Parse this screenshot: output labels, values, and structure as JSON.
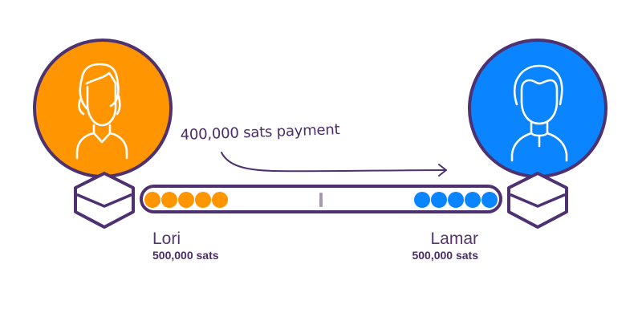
{
  "colors": {
    "outline": "#4e3170",
    "lori": "#ff9500",
    "lamar": "#0a84ff",
    "channel_divider": "#a89aae",
    "text": "#4a2c66",
    "background": "#ffffff"
  },
  "payment": {
    "label": "400,000 sats payment",
    "direction": "lori-to-lamar"
  },
  "channel": {
    "lori_balance_units": 5,
    "lamar_balance_units": 5
  },
  "participants": [
    {
      "name": "Lori",
      "balance": "500,000 sats",
      "avatar": "woman-icon",
      "color": "#ff9500"
    },
    {
      "name": "Lamar",
      "balance": "500,000 sats",
      "avatar": "man-icon",
      "color": "#0a84ff"
    }
  ]
}
